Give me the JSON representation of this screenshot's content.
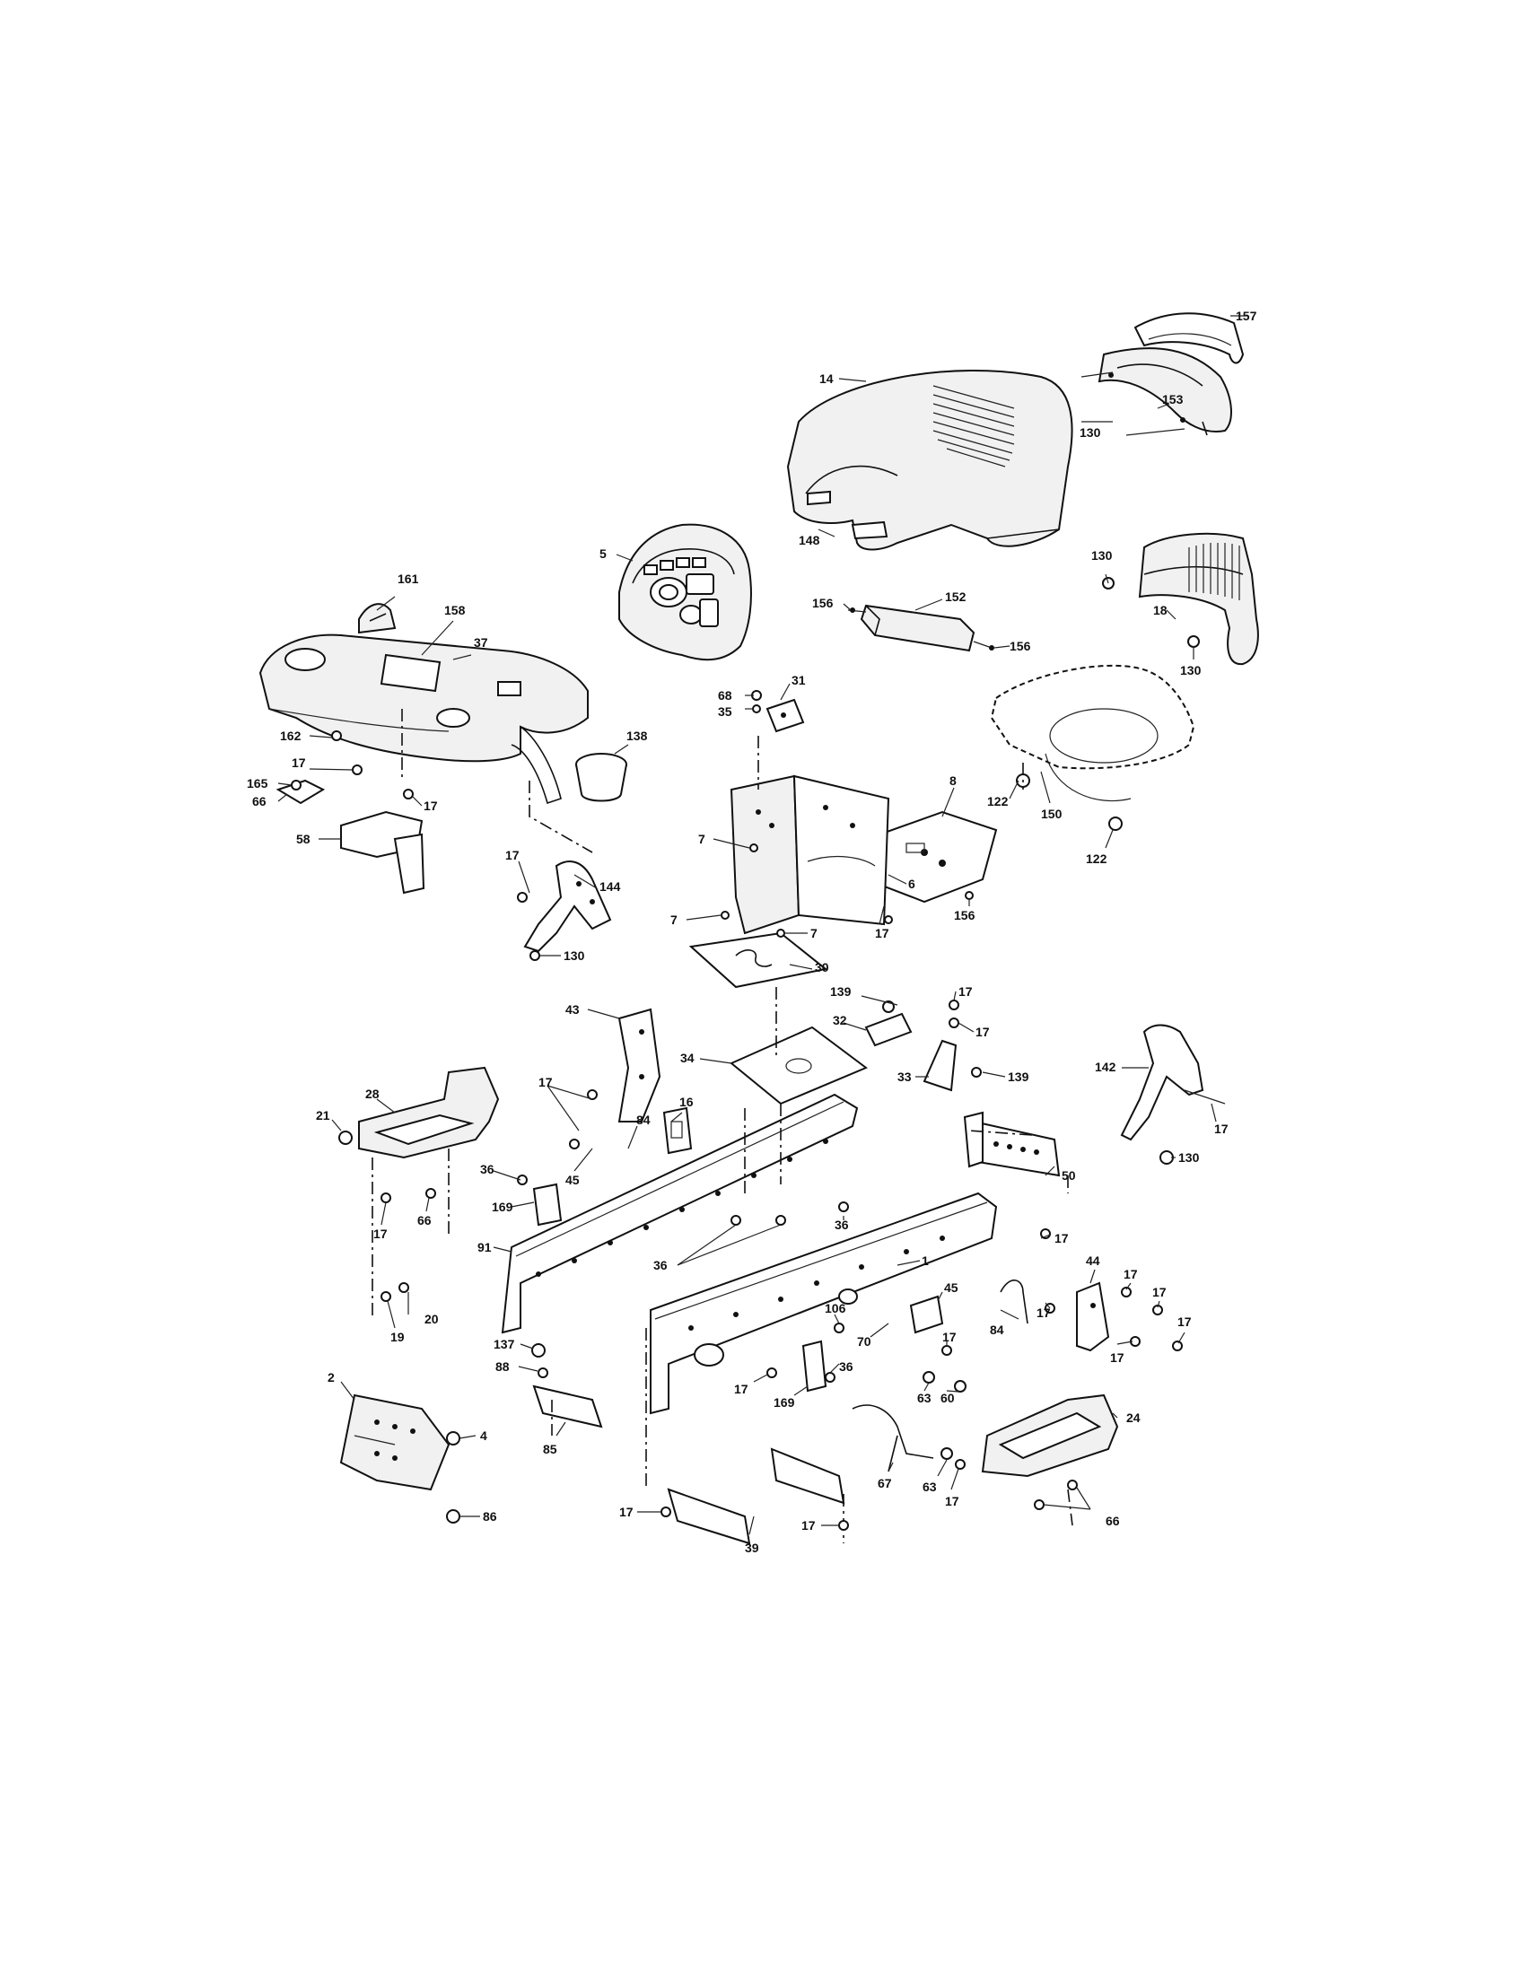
{
  "callouts": [
    {
      "id": "c157",
      "text": "157"
    },
    {
      "id": "c14",
      "text": "14"
    },
    {
      "id": "c153",
      "text": "153"
    },
    {
      "id": "c130a",
      "text": "130"
    },
    {
      "id": "c148",
      "text": "148"
    },
    {
      "id": "c5",
      "text": "5"
    },
    {
      "id": "c130b",
      "text": "130"
    },
    {
      "id": "c18",
      "text": "18"
    },
    {
      "id": "c130c",
      "text": "130"
    },
    {
      "id": "c161",
      "text": "161"
    },
    {
      "id": "c158",
      "text": "158"
    },
    {
      "id": "c37",
      "text": "37"
    },
    {
      "id": "c156a",
      "text": "156"
    },
    {
      "id": "c152",
      "text": "152"
    },
    {
      "id": "c156b",
      "text": "156"
    },
    {
      "id": "c68",
      "text": "68"
    },
    {
      "id": "c31",
      "text": "31"
    },
    {
      "id": "c35",
      "text": "35"
    },
    {
      "id": "c138",
      "text": "138"
    },
    {
      "id": "c162",
      "text": "162"
    },
    {
      "id": "c17a",
      "text": "17"
    },
    {
      "id": "c165",
      "text": "165"
    },
    {
      "id": "c66a",
      "text": "66"
    },
    {
      "id": "c17b",
      "text": "17"
    },
    {
      "id": "c58",
      "text": "58"
    },
    {
      "id": "c122a",
      "text": "122"
    },
    {
      "id": "c150",
      "text": "150"
    },
    {
      "id": "c122b",
      "text": "122"
    },
    {
      "id": "c8",
      "text": "8"
    },
    {
      "id": "c7a",
      "text": "7"
    },
    {
      "id": "c6",
      "text": "6"
    },
    {
      "id": "c156c",
      "text": "156"
    },
    {
      "id": "c7b",
      "text": "7"
    },
    {
      "id": "c17c",
      "text": "17"
    },
    {
      "id": "c7c",
      "text": "7"
    },
    {
      "id": "c30",
      "text": "30"
    },
    {
      "id": "c17d",
      "text": "17"
    },
    {
      "id": "c144",
      "text": "144"
    },
    {
      "id": "c130d",
      "text": "130"
    },
    {
      "id": "c43",
      "text": "43"
    },
    {
      "id": "c139a",
      "text": "139"
    },
    {
      "id": "c17e",
      "text": "17"
    },
    {
      "id": "c32",
      "text": "32"
    },
    {
      "id": "c17f",
      "text": "17"
    },
    {
      "id": "c34",
      "text": "34"
    },
    {
      "id": "c33",
      "text": "33"
    },
    {
      "id": "c139b",
      "text": "139"
    },
    {
      "id": "c142",
      "text": "142"
    },
    {
      "id": "c17g",
      "text": "17"
    },
    {
      "id": "c130e",
      "text": "130"
    },
    {
      "id": "c28",
      "text": "28"
    },
    {
      "id": "c21",
      "text": "21"
    },
    {
      "id": "c17h",
      "text": "17"
    },
    {
      "id": "c16",
      "text": "16"
    },
    {
      "id": "c84a",
      "text": "84"
    },
    {
      "id": "c36a",
      "text": "36"
    },
    {
      "id": "c45a",
      "text": "45"
    },
    {
      "id": "c169a",
      "text": "169"
    },
    {
      "id": "c66b",
      "text": "66"
    },
    {
      "id": "c17i",
      "text": "17"
    },
    {
      "id": "c36b",
      "text": "36"
    },
    {
      "id": "c91",
      "text": "91"
    },
    {
      "id": "c36c",
      "text": "36"
    },
    {
      "id": "c50",
      "text": "50"
    },
    {
      "id": "c17j",
      "text": "17"
    },
    {
      "id": "c1",
      "text": "1"
    },
    {
      "id": "c44",
      "text": "44"
    },
    {
      "id": "c17k",
      "text": "17"
    },
    {
      "id": "c17l",
      "text": "17"
    },
    {
      "id": "c17m",
      "text": "17"
    },
    {
      "id": "c17n",
      "text": "17"
    },
    {
      "id": "c17o",
      "text": "17"
    },
    {
      "id": "c84b",
      "text": "84"
    },
    {
      "id": "c20",
      "text": "20"
    },
    {
      "id": "c19",
      "text": "19"
    },
    {
      "id": "c45b",
      "text": "45"
    },
    {
      "id": "c106",
      "text": "106"
    },
    {
      "id": "c70",
      "text": "70"
    },
    {
      "id": "c17p",
      "text": "17"
    },
    {
      "id": "c137",
      "text": "137"
    },
    {
      "id": "c88",
      "text": "88"
    },
    {
      "id": "c36d",
      "text": "36"
    },
    {
      "id": "c17q",
      "text": "17"
    },
    {
      "id": "c169b",
      "text": "169"
    },
    {
      "id": "c63a",
      "text": "63"
    },
    {
      "id": "c60",
      "text": "60"
    },
    {
      "id": "c2",
      "text": "2"
    },
    {
      "id": "c4",
      "text": "4"
    },
    {
      "id": "c85",
      "text": "85"
    },
    {
      "id": "c24",
      "text": "24"
    },
    {
      "id": "c67",
      "text": "67"
    },
    {
      "id": "c63b",
      "text": "63"
    },
    {
      "id": "c17r",
      "text": "17"
    },
    {
      "id": "c86",
      "text": "86"
    },
    {
      "id": "c17s",
      "text": "17"
    },
    {
      "id": "c39",
      "text": "39"
    },
    {
      "id": "c17t",
      "text": "17"
    },
    {
      "id": "c66c",
      "text": "66"
    }
  ]
}
